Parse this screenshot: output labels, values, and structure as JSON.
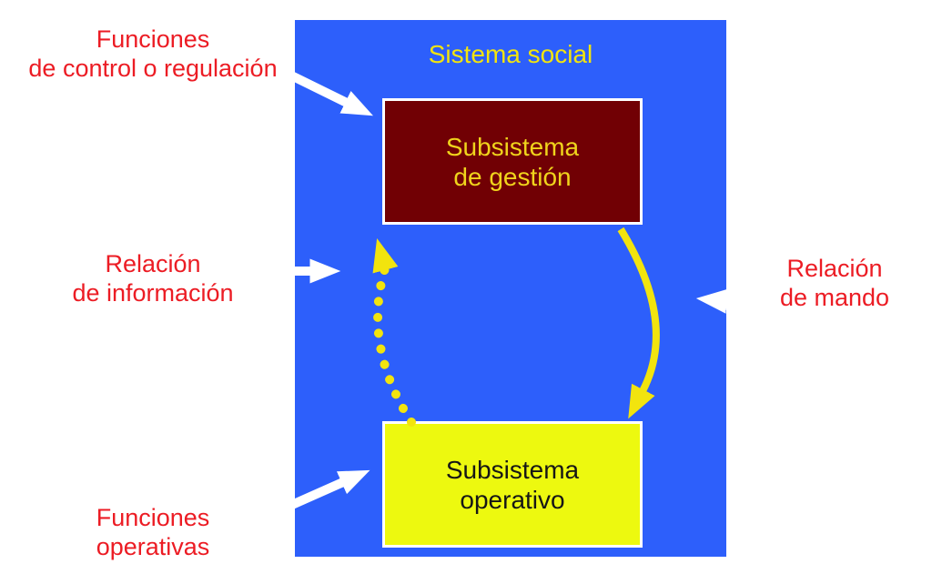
{
  "diagram": {
    "title": "Sistema social",
    "boxes": {
      "management": {
        "line1": "Subsistema",
        "line2": "de gestión"
      },
      "operative": {
        "line1": "Subsistema",
        "line2": "operativo"
      }
    },
    "labels": {
      "control": {
        "line1": "Funciones",
        "line2": "de control o regulación"
      },
      "informacion": {
        "line1": "Relación",
        "line2": "de información"
      },
      "operativas": {
        "line1": "Funciones",
        "line2": "operativas"
      },
      "mando": {
        "line1": "Relación",
        "line2": "de mando"
      }
    },
    "arrows": [
      {
        "name": "control-functions-arrow",
        "style": "solid-white",
        "points_to": "management-box"
      },
      {
        "name": "information-relation-arrow",
        "style": "solid-white",
        "points_to": "container-left"
      },
      {
        "name": "operative-functions-arrow",
        "style": "solid-white",
        "points_to": "operative-box"
      },
      {
        "name": "command-relation-arrow",
        "style": "solid-white",
        "points_to": "container-right"
      },
      {
        "name": "command-flow-arrow",
        "style": "solid-yellow",
        "from": "management-box",
        "to": "operative-box"
      },
      {
        "name": "information-flow-dotted-arrow",
        "style": "dotted-yellow",
        "from": "operative-box",
        "to": "management-box"
      }
    ]
  },
  "colors": {
    "container_blue": "#2d5ffb",
    "management_red": "#710004",
    "operative_yellow": "#edf90f",
    "accent_yellow": "#f2e40e",
    "management_text": "#f0d41c",
    "operative_text": "#161616",
    "label_red": "#ec1c24",
    "box_border": "#ffffff"
  }
}
